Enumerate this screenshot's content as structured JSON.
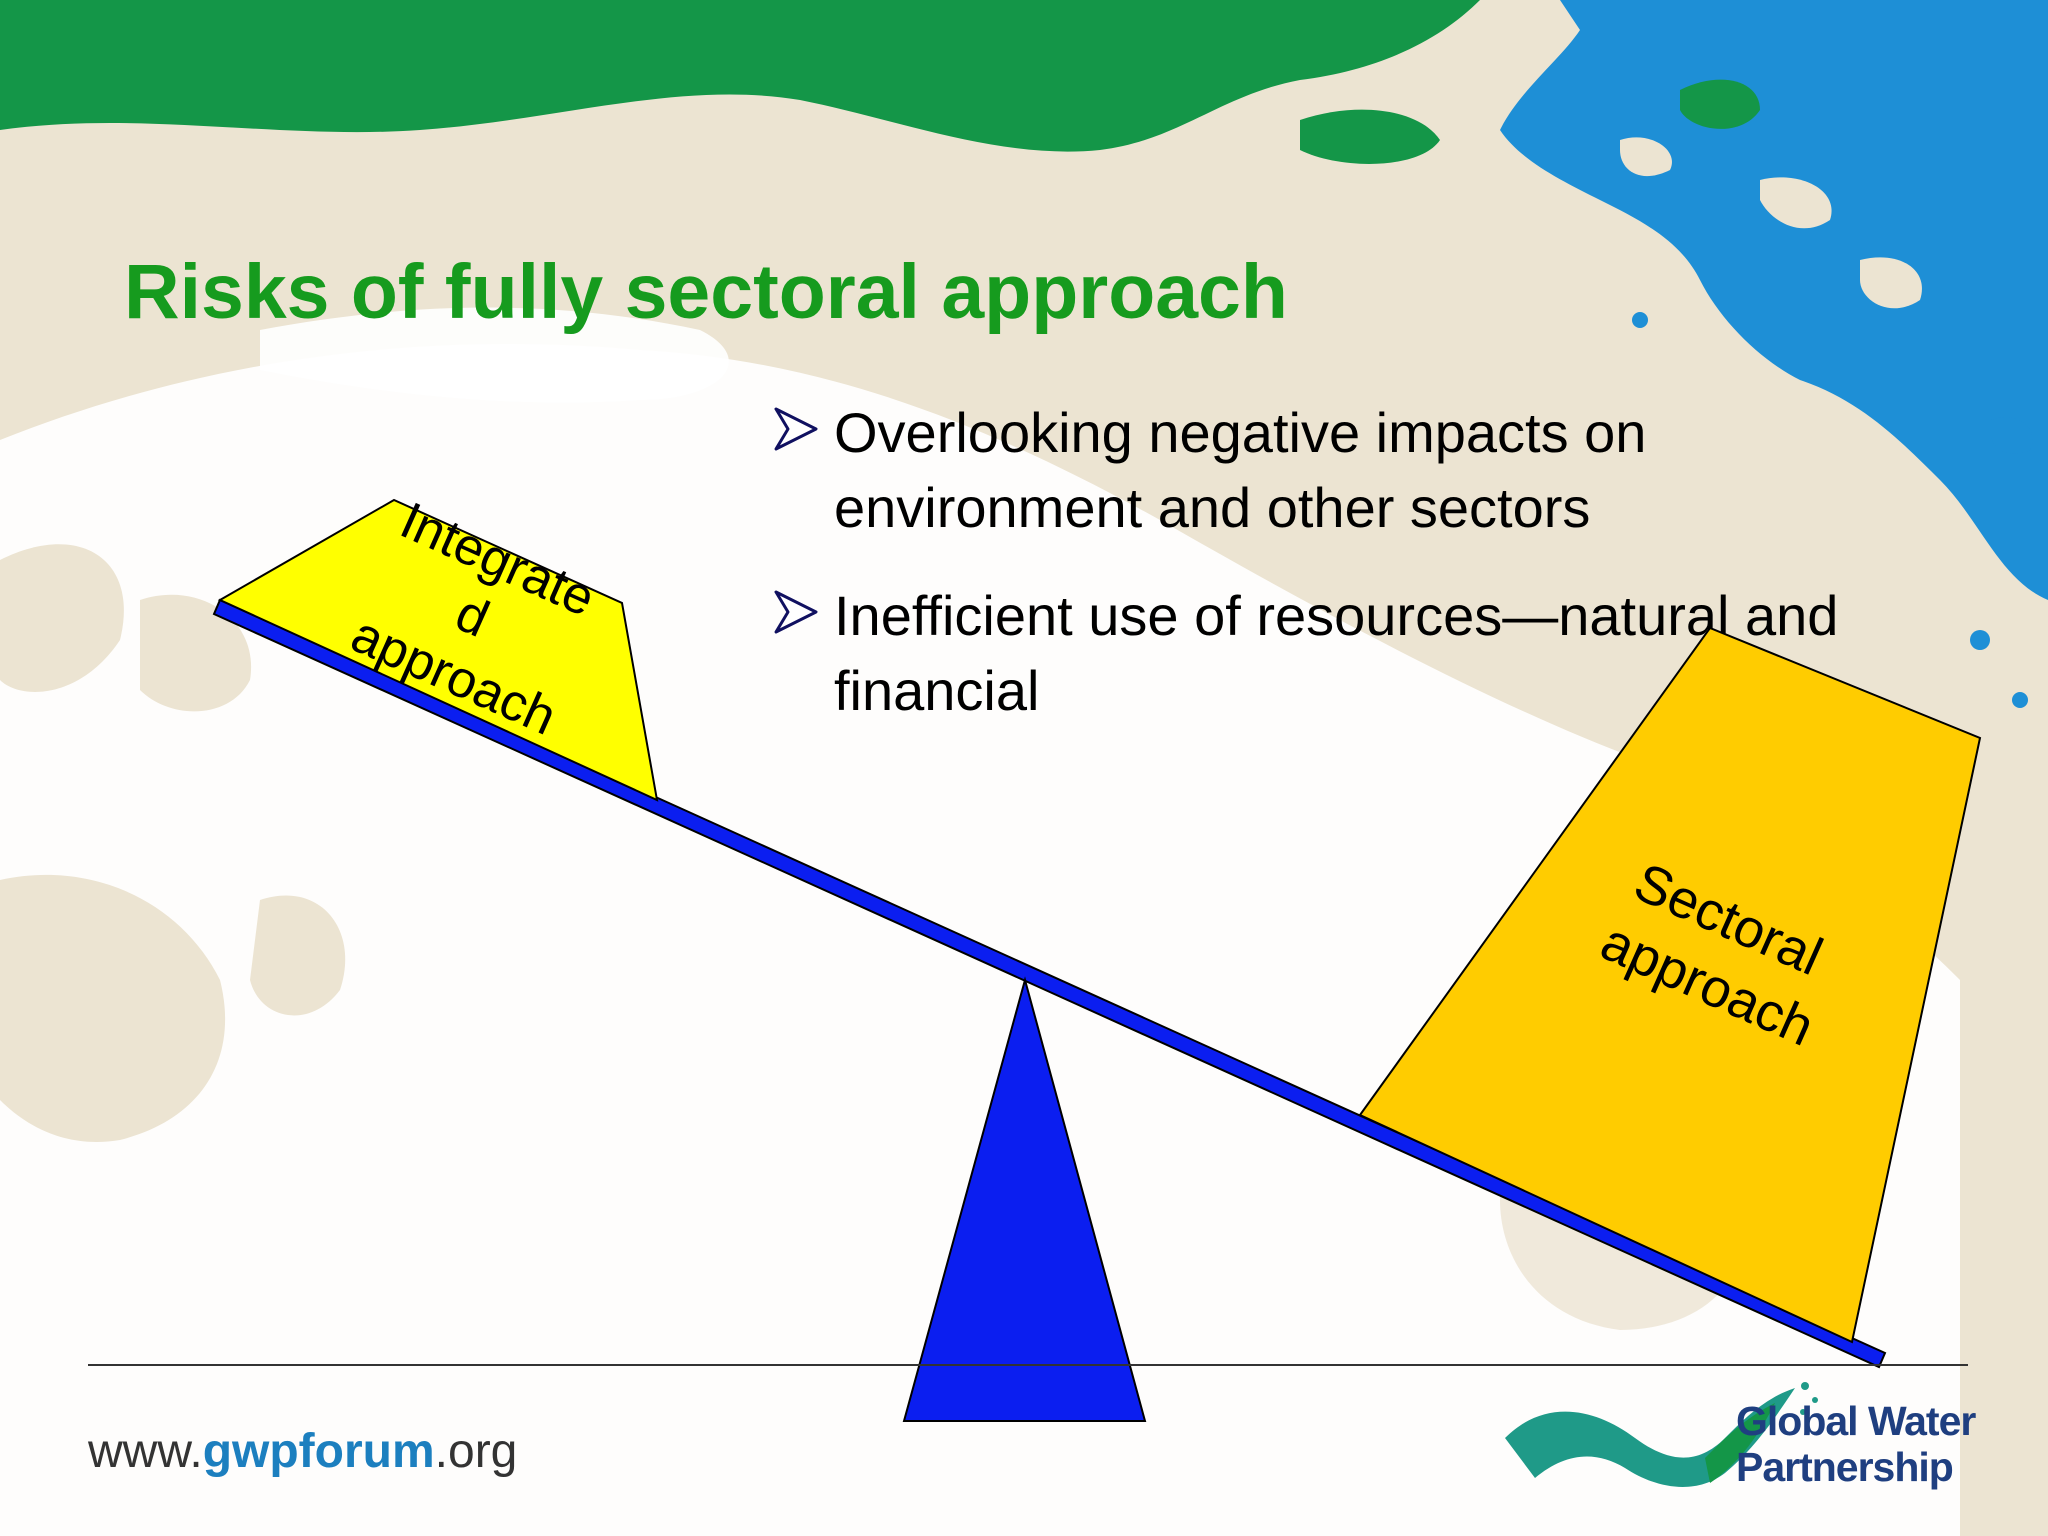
{
  "slide": {
    "title": "Risks of fully sectoral approach",
    "bullets": [
      "Overlooking negative impacts on environment and other sectors",
      "Inefficient use of resources—natural and financial"
    ]
  },
  "diagram": {
    "left_weight_lines": [
      "Integrate",
      "d",
      "approach"
    ],
    "right_weight_lines": [
      "Sectoral",
      "approach"
    ],
    "colors": {
      "beam": "#0b1ef0",
      "fulcrum": "#0b1ef0",
      "left_weight": "#ffff00",
      "right_weight": "#ffcc00",
      "title": "#169b1e"
    }
  },
  "footer": {
    "url_prefix": "www.",
    "url_highlight": "gwpforum",
    "url_suffix": ".org",
    "logo_line1": "Global Water",
    "logo_line2": "Partnership"
  }
}
